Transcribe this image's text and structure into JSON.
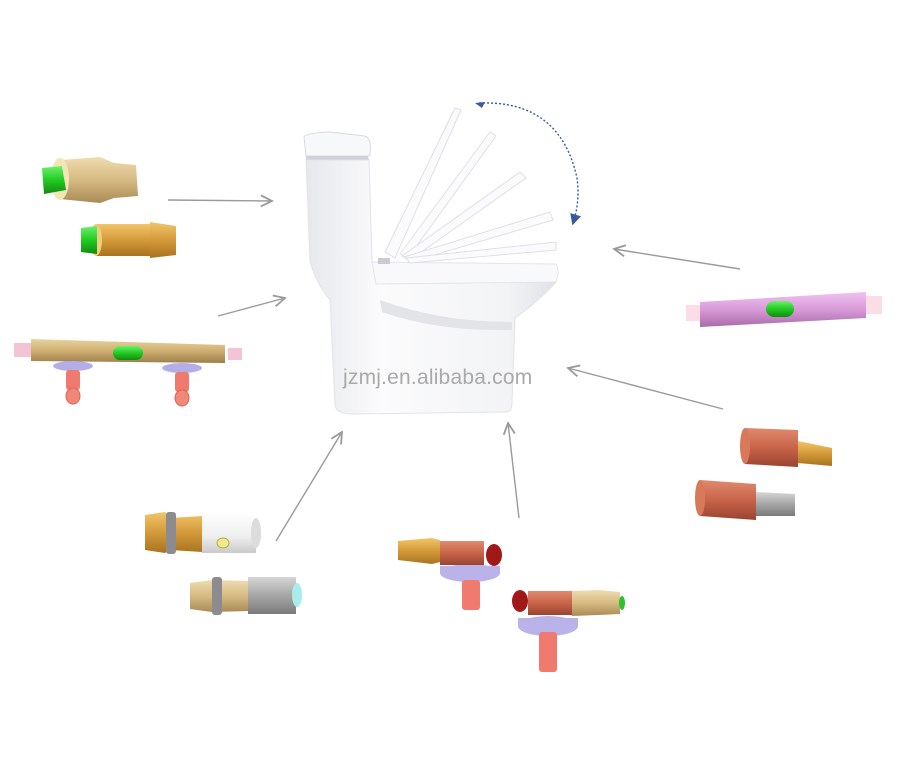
{
  "watermark": {
    "text": "jzmj.en.alibaba.com"
  },
  "colors": {
    "arrow": "#9a9a9a",
    "rotation_arrow": "#3a5a9a",
    "toilet": "#f4f5f7",
    "brass_light": "#d8bd86",
    "brass": "#d49a3a",
    "green": "#22cc22",
    "pink": "#f2b8c8",
    "lavender": "#b9b3ea",
    "salmon": "#f07a6e",
    "copper": "#c8644a",
    "silver": "#a6a6a6",
    "magenta_rod": "#d89ad8",
    "dark_red": "#a01818"
  },
  "product": {
    "main": "one-piece-toilet-with-soft-close-seat",
    "components": [
      {
        "id": "damper-pair-top-left",
        "description": "two brass soft-close dampers with green tips"
      },
      {
        "id": "hinge-rod-left",
        "description": "brass hinge rod with two mounting bolts"
      },
      {
        "id": "damper-pair-bottom-left",
        "description": "brass/white and brass/silver quick-release dampers"
      },
      {
        "id": "hinge-assembly-bottom",
        "description": "two hinge assemblies with lavender bases"
      },
      {
        "id": "hinge-rod-right",
        "description": "magenta hinge rod with green button"
      },
      {
        "id": "damper-pair-right",
        "description": "copper dampers with brass/silver shafts"
      }
    ]
  }
}
